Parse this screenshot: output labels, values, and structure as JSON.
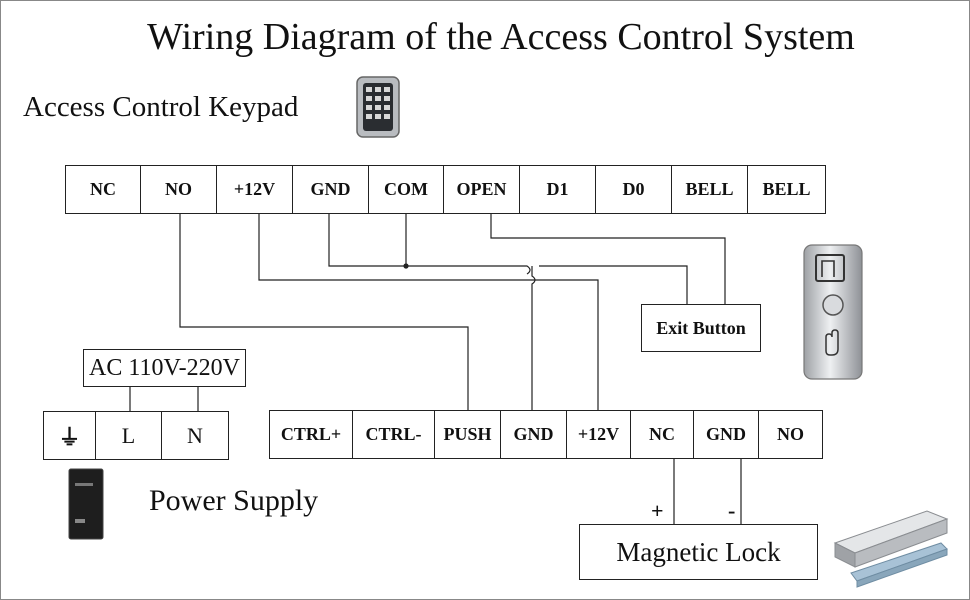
{
  "title": "Wiring Diagram of the Access Control System",
  "keypad": {
    "label": "Access Control Keypad",
    "terminals": [
      "NC",
      "NO",
      "+12V",
      "GND",
      "COM",
      "OPEN",
      "D1",
      "D0",
      "BELL",
      "BELL"
    ]
  },
  "power_supply": {
    "label": "Power Supply",
    "ac_label": "AC 110V-220V",
    "input_terminals": [
      "⏚",
      "L",
      "N"
    ],
    "output_terminals": [
      "CTRL+",
      "CTRL-",
      "PUSH",
      "GND",
      "+12V",
      "NC",
      "GND",
      "NO"
    ]
  },
  "exit_button": {
    "label": "Exit Button"
  },
  "magnetic_lock": {
    "label": "Magnetic Lock",
    "plus": "+",
    "minus": "-"
  },
  "colors": {
    "line": "#222222",
    "device_metal": "#c8cacc",
    "device_dark": "#2a2a2a"
  }
}
